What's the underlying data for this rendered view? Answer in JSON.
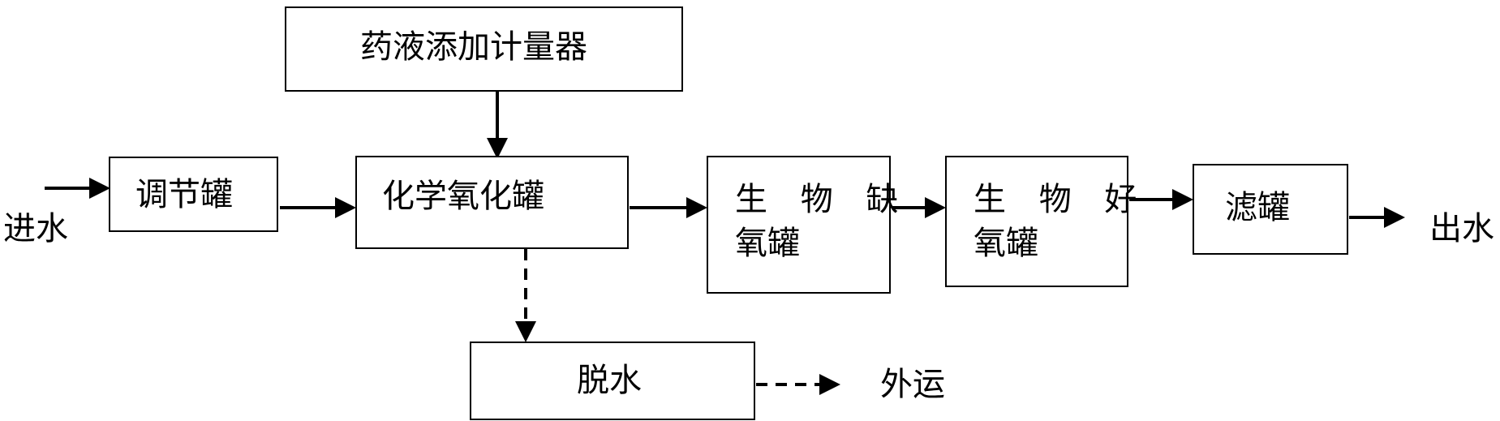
{
  "diagram": {
    "nodes": {
      "dosing": "药液添加计量器",
      "adjust": "调节罐",
      "chem_oxidation": "化学氧化罐",
      "anoxic": {
        "line1": "生 物 缺",
        "line2": "氧罐"
      },
      "aerobic": {
        "line1": "生 物 好",
        "line2": "氧罐"
      },
      "filter": "滤罐",
      "dewater": "脱水"
    },
    "labels": {
      "inlet": "进水",
      "outlet": "出水",
      "transport": "外运"
    }
  }
}
